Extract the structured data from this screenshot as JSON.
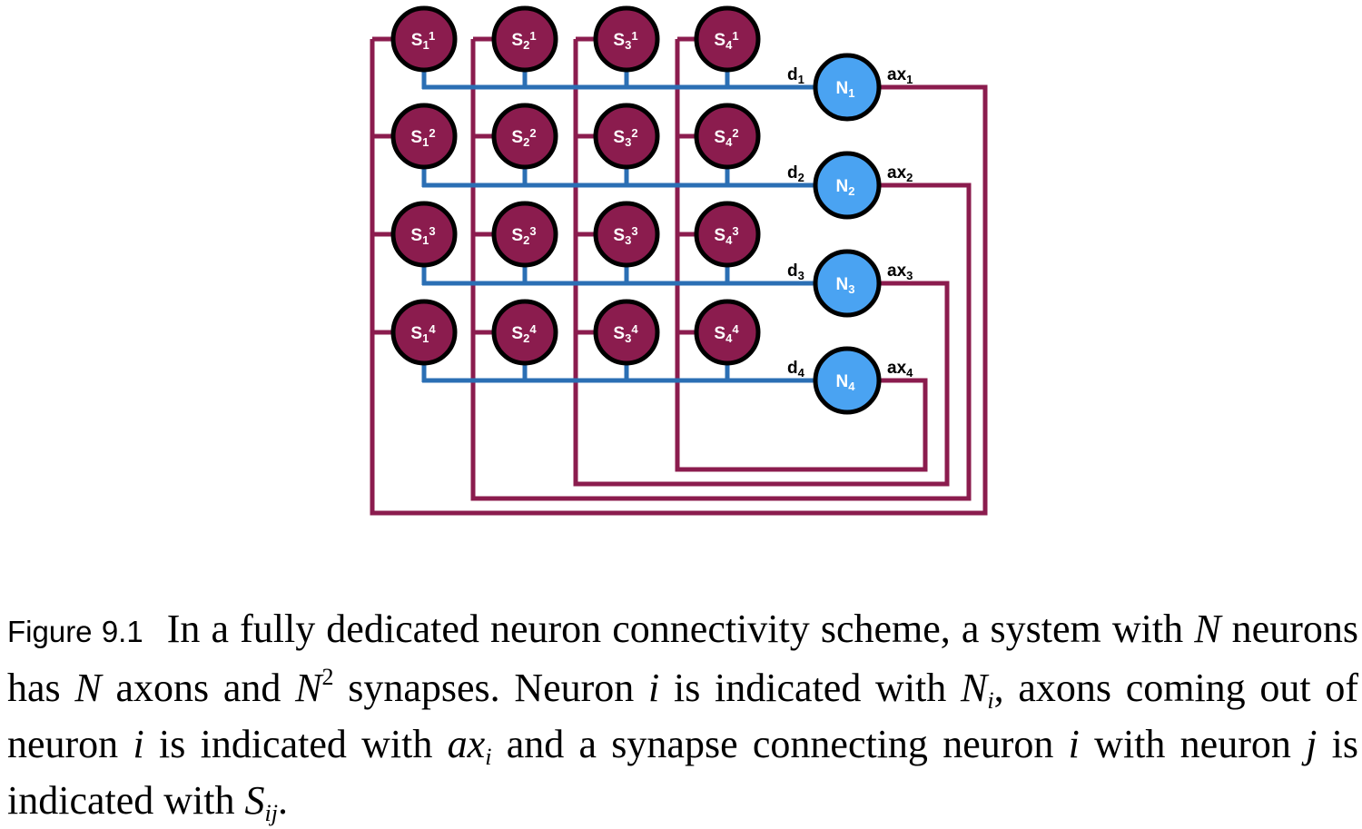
{
  "diagram": {
    "colors": {
      "synapse_fill": "#8b1c4e",
      "neuron_fill": "#4aa3f2",
      "axon_wire": "#8b1c4e",
      "dendrite_wire": "#2b6fb4",
      "outline": "#000000"
    },
    "synapse_rows": [
      [
        {
          "base": "S",
          "sub": "1",
          "sup": "1"
        },
        {
          "base": "S",
          "sub": "2",
          "sup": "1"
        },
        {
          "base": "S",
          "sub": "3",
          "sup": "1"
        },
        {
          "base": "S",
          "sub": "4",
          "sup": "1"
        }
      ],
      [
        {
          "base": "S",
          "sub": "1",
          "sup": "2"
        },
        {
          "base": "S",
          "sub": "2",
          "sup": "2"
        },
        {
          "base": "S",
          "sub": "3",
          "sup": "2"
        },
        {
          "base": "S",
          "sub": "4",
          "sup": "2"
        }
      ],
      [
        {
          "base": "S",
          "sub": "1",
          "sup": "3"
        },
        {
          "base": "S",
          "sub": "2",
          "sup": "3"
        },
        {
          "base": "S",
          "sub": "3",
          "sup": "3"
        },
        {
          "base": "S",
          "sub": "4",
          "sup": "3"
        }
      ],
      [
        {
          "base": "S",
          "sub": "1",
          "sup": "4"
        },
        {
          "base": "S",
          "sub": "2",
          "sup": "4"
        },
        {
          "base": "S",
          "sub": "3",
          "sup": "4"
        },
        {
          "base": "S",
          "sub": "4",
          "sup": "4"
        }
      ]
    ],
    "neurons": [
      {
        "base": "N",
        "sub": "1"
      },
      {
        "base": "N",
        "sub": "2"
      },
      {
        "base": "N",
        "sub": "3"
      },
      {
        "base": "N",
        "sub": "4"
      }
    ],
    "dendrite_labels": [
      {
        "base": "d",
        "sub": "1"
      },
      {
        "base": "d",
        "sub": "2"
      },
      {
        "base": "d",
        "sub": "3"
      },
      {
        "base": "d",
        "sub": "4"
      }
    ],
    "axon_labels": [
      {
        "base": "ax",
        "sub": "1"
      },
      {
        "base": "ax",
        "sub": "2"
      },
      {
        "base": "ax",
        "sub": "3"
      },
      {
        "base": "ax",
        "sub": "4"
      }
    ]
  },
  "caption": {
    "figure_label": "Figure 9.1",
    "t1": "In a fully dedicated neuron connectivity scheme, a system with ",
    "N": "N",
    "t2": " neurons has ",
    "t3": " axons and ",
    "sup2": "2",
    "t4": " synapses. Neuron ",
    "i": "i",
    "t5": " is indicated with ",
    "t6": ", axons coming out of neuron ",
    "t7": " is indicated with ",
    "ax": "ax",
    "t8": " and a synapse connecting neuron ",
    "t9": " with neuron ",
    "j": "j",
    "t10": " is indicated with ",
    "S": "S",
    "ij": "ij",
    "t11": "."
  }
}
